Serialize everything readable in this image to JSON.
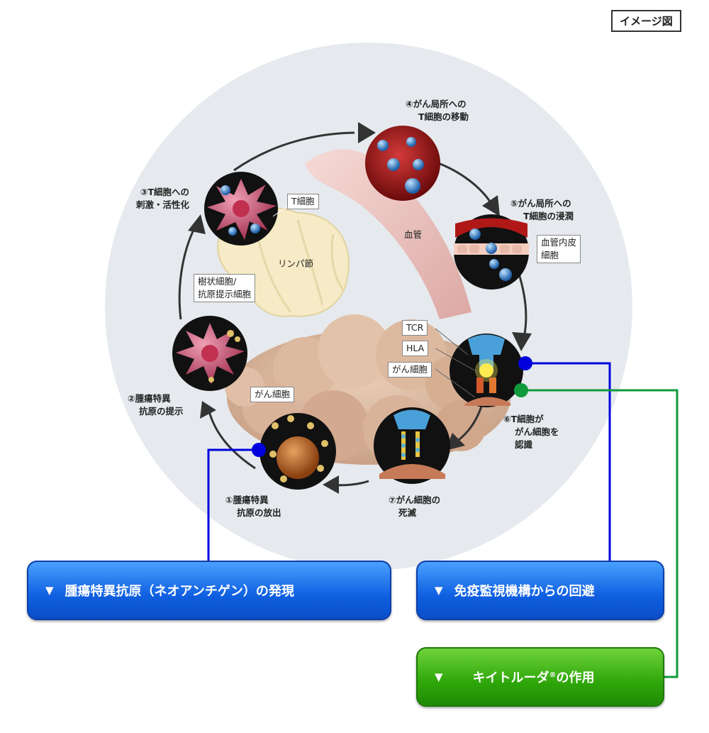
{
  "corner_label": "イメージ図",
  "steps": {
    "s1": [
      "①腫瘍特異",
      "抗原の放出"
    ],
    "s2": [
      "②腫瘍特異",
      "抗原の提示"
    ],
    "s3": [
      "③T細胞への",
      "刺激・活性化"
    ],
    "s4": [
      "④がん局所への",
      "T細胞の移動"
    ],
    "s5": [
      "⑤がん局所への",
      "T細胞の浸潤"
    ],
    "s6": [
      "⑥T細胞が",
      "がん細胞を",
      "認識"
    ],
    "s7": [
      "⑦がん細胞の",
      "死滅"
    ]
  },
  "labels": {
    "t_cell": "T細胞",
    "lymph_node": "リンパ節",
    "blood_vessel": "血管",
    "dendritic": [
      "樹状細胞/",
      "抗原提示細胞"
    ],
    "endothelial": [
      "血管内皮",
      "細胞"
    ],
    "tcr": "TCR",
    "hla": "HLA",
    "cancer_cell_6": "がん細胞",
    "cancer_cell_1": "がん細胞"
  },
  "buttons": {
    "neoantigen": "腫瘍特異抗原（ネオアンチゲン）の発現",
    "immune_escape": "免疫監視機構からの回避",
    "keytruda_main": "キイトルーダ",
    "keytruda_mark": "®",
    "keytruda_suffix": "の作用",
    "triangle": "▼"
  },
  "colors": {
    "blue_line": "#0000dd",
    "green_line": "#109a3c",
    "background_disc": "#e6eaee"
  }
}
